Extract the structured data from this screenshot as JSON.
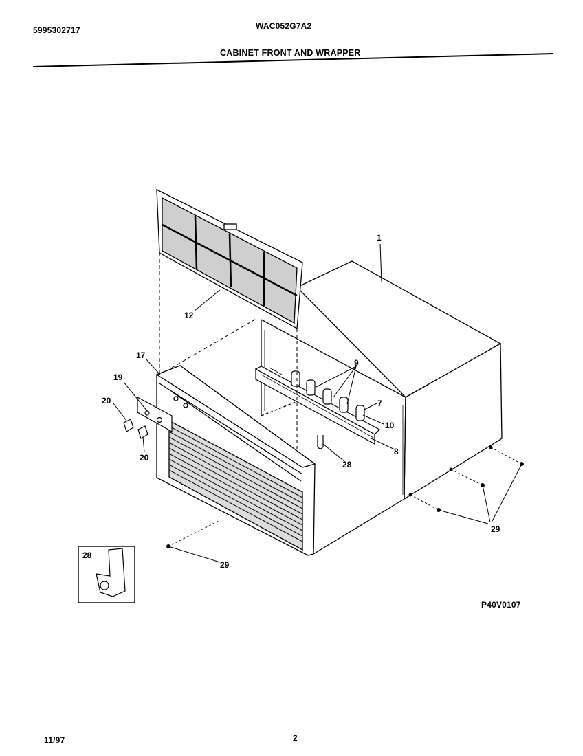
{
  "header": {
    "doc_number": "5995302717",
    "model_number": "WAC052G7A2",
    "section_title": "CABINET FRONT AND WRAPPER"
  },
  "callouts": {
    "c1": "1",
    "c7": "7",
    "c8": "8",
    "c9": "9",
    "c10": "10",
    "c12": "12",
    "c17": "17",
    "c19": "19",
    "c20a": "20",
    "c20b": "20",
    "c28a": "28",
    "c28b": "28",
    "c29a": "29",
    "c29b": "29"
  },
  "figure_code": "P40V0107",
  "footer": {
    "date": "11/97",
    "page": "2"
  }
}
